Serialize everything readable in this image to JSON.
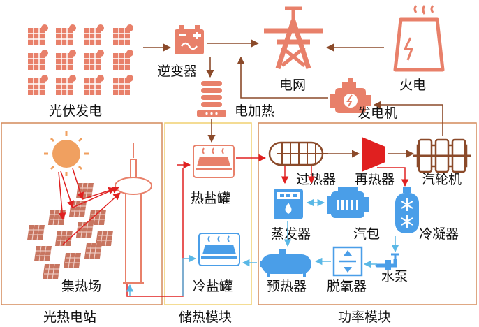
{
  "labels": {
    "pv": "光伏发电",
    "inverter": "逆变器",
    "grid": "电网",
    "thermal": "火电",
    "heater": "电加热",
    "generator": "发电机",
    "hot_tank": "热盐罐",
    "superheater": "过热器",
    "reheater": "再热器",
    "turbine": "汽轮机",
    "evaporator": "蒸发器",
    "drum": "汽包",
    "condenser": "冷凝器",
    "cold_tank": "冷盐罐",
    "preheater": "预热器",
    "deaerator": "脱氧器",
    "pump": "水泵",
    "field": "集热场"
  },
  "modules": {
    "csp_station": "光热电站",
    "storage": "储热模块",
    "power": "功率模块"
  },
  "colors": {
    "salmon": "#e8806a",
    "brown": "#8b4a2a",
    "red": "#e02020",
    "blue": "#4a9ee8",
    "light_blue": "#7ec8ea",
    "sun": "#f0a060",
    "frame_orange": "#d48a5a",
    "frame_yellow": "#f0d070"
  }
}
